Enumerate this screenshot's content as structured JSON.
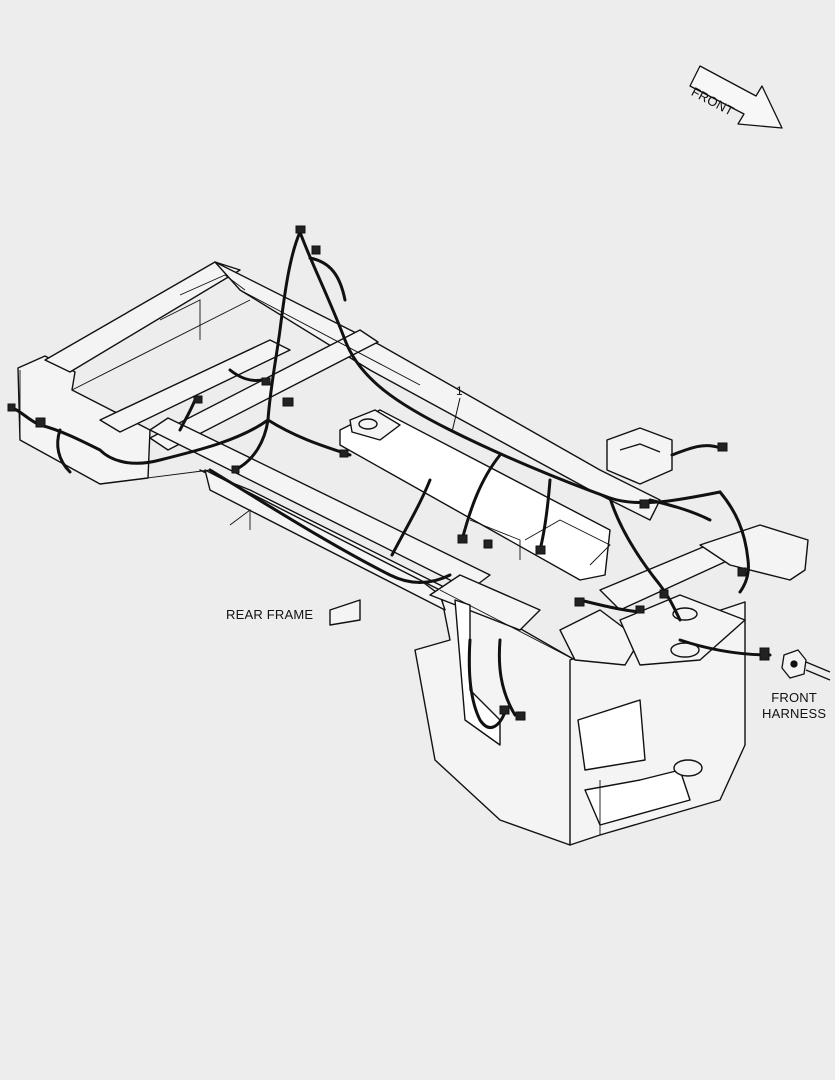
{
  "labels": {
    "front_arrow": "FRONT",
    "rear_frame": "REAR FRAME",
    "front_harness_line1": "FRONT",
    "front_harness_line2": "HARNESS",
    "callout_1": "1"
  },
  "colors": {
    "background": "#ededed",
    "line": "#111111",
    "frame_fill": "#f4f4f4"
  },
  "icons": {
    "front_direction": "front-arrow-icon"
  }
}
